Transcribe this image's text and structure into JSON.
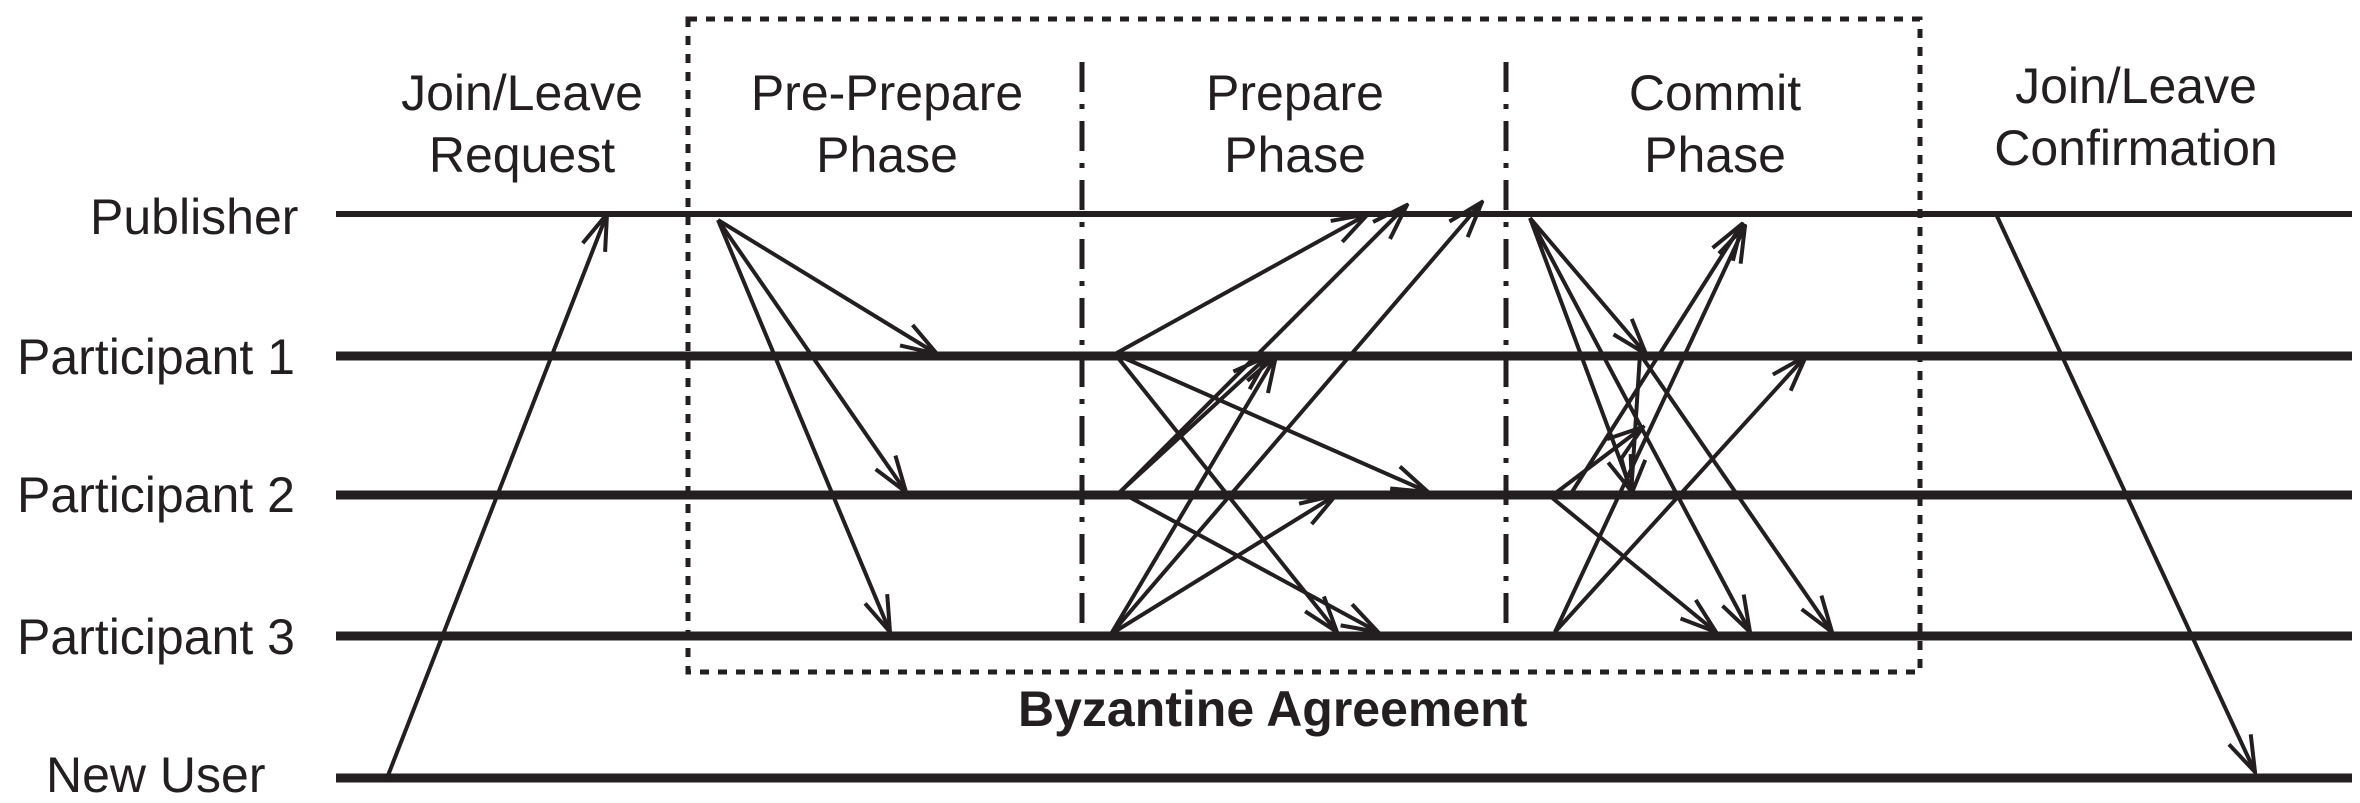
{
  "diagram": {
    "lanes": {
      "publisher": "Publisher",
      "participant_1": "Participant 1",
      "participant_2": "Participant 2",
      "participant_3": "Participant 3",
      "new_user": "New User"
    },
    "phases": {
      "join_request": [
        "Join/Leave",
        "Request"
      ],
      "pre_prepare": [
        "Pre-Prepare",
        "Phase"
      ],
      "prepare": [
        "Prepare",
        "Phase"
      ],
      "commit": [
        "Commit",
        "Phase"
      ],
      "join_confirmation": [
        "Join/Leave",
        "Confirmation"
      ]
    },
    "group_label": "Byzantine Agreement",
    "colors": {
      "ink": "#231f20",
      "background": "#ffffff"
    }
  }
}
